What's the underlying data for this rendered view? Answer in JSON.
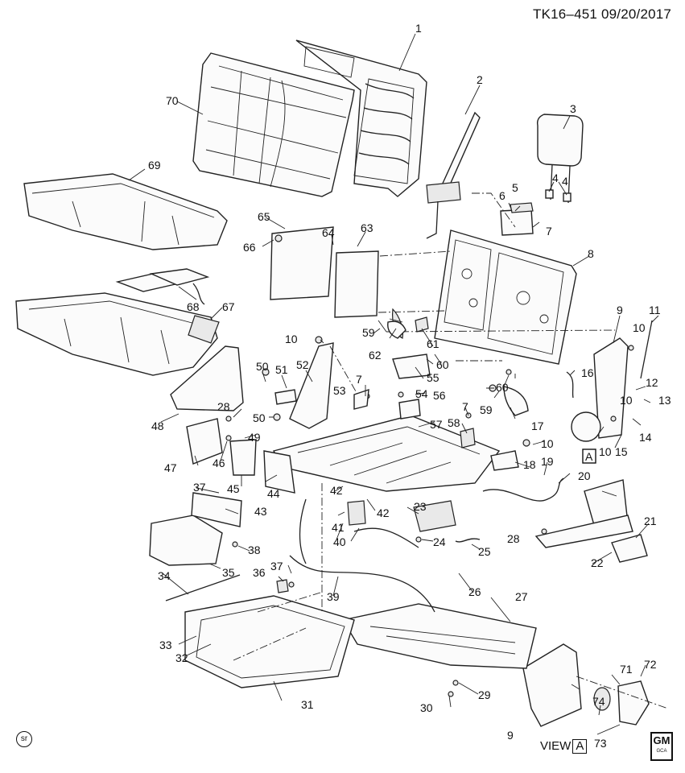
{
  "header": {
    "document_id": "TK16–451 09/20/2017"
  },
  "callouts": [
    "1",
    "2",
    "3",
    "4",
    "4",
    "5",
    "6",
    "7",
    "8",
    "9",
    "10",
    "11",
    "12",
    "13",
    "14",
    "15",
    "16",
    "17",
    "18",
    "19",
    "20",
    "21",
    "22",
    "23",
    "24",
    "25",
    "26",
    "27",
    "28",
    "29",
    "30",
    "31",
    "32",
    "33",
    "34",
    "35",
    "36",
    "37",
    "38",
    "39",
    "40",
    "41",
    "42",
    "43",
    "44",
    "45",
    "46",
    "47",
    "48",
    "49",
    "50",
    "51",
    "52",
    "53",
    "54",
    "55",
    "56",
    "57",
    "58",
    "59",
    "60",
    "61",
    "62",
    "63",
    "64",
    "65",
    "66",
    "67",
    "68",
    "69",
    "70",
    "7",
    "7",
    "9",
    "10",
    "10",
    "10",
    "28",
    "37",
    "42",
    "50",
    "59",
    "60",
    "71",
    "72",
    "73",
    "74",
    "10"
  ],
  "view": {
    "label": "VIEW",
    "letter": "A"
  },
  "view_marker": "A",
  "footer": {
    "sr_mark": "sr",
    "brand_top": "GM",
    "brand_bottom": "GCA"
  },
  "colors": {
    "line": "#222222",
    "background": "#ffffff",
    "shade": "#e9e9e9"
  }
}
